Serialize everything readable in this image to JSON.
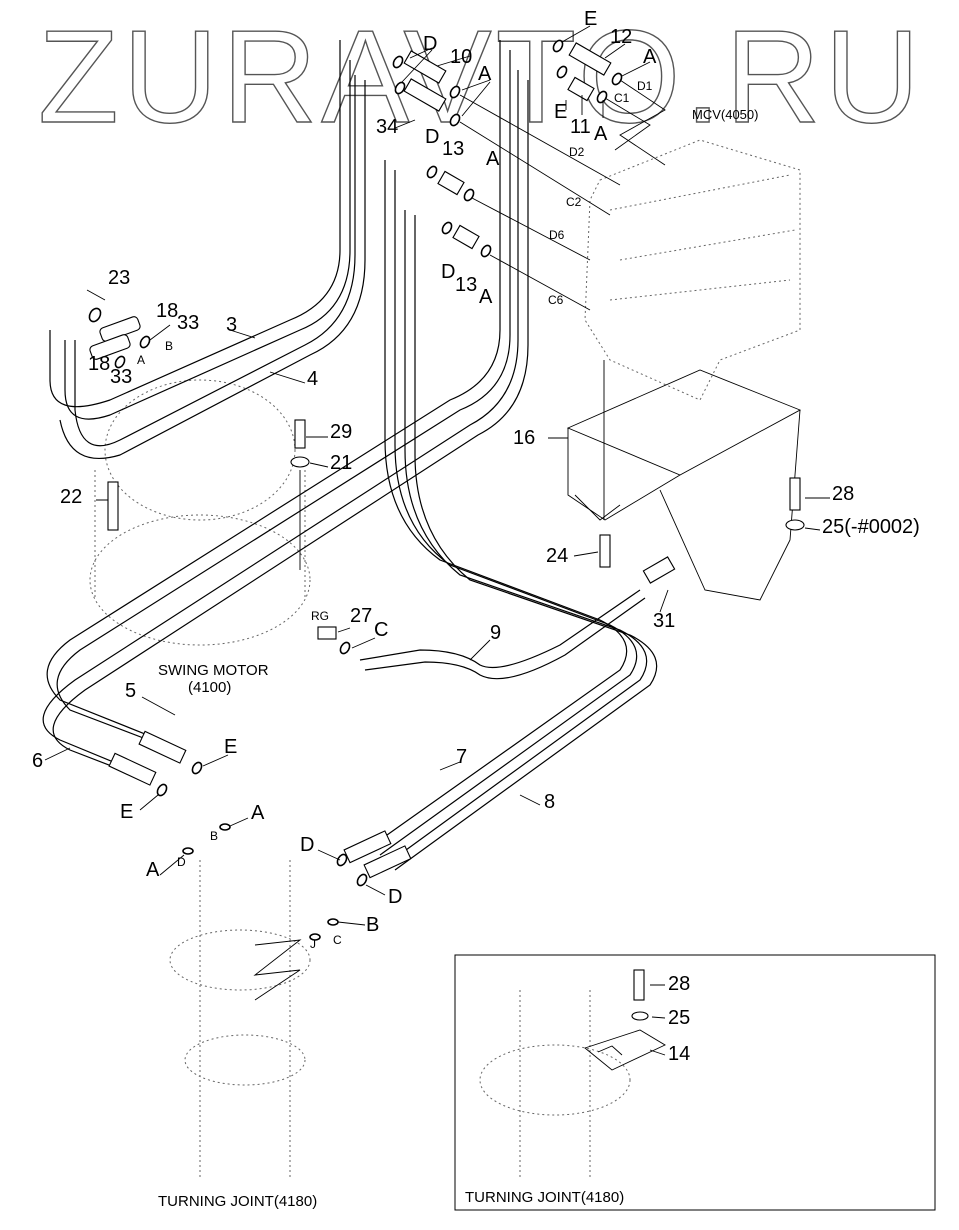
{
  "watermark": "ZURAVTO.RU",
  "labels": {
    "d_top": "D",
    "n10": "10",
    "a_top1": "A",
    "n34": "34",
    "e_top": "E",
    "n12": "12",
    "a_top2": "A",
    "d1": "D1",
    "c1": "C1",
    "e_mid": "E",
    "n11": "11",
    "a_top3": "A",
    "mcv": "MCV(4050)",
    "d2": "D2",
    "c2": "C2",
    "d6": "D6",
    "c6": "C6",
    "d_13a": "D",
    "n13a": "13",
    "a_13a": "A",
    "d_13b": "D",
    "n13b": "13",
    "a_13b": "A",
    "n23": "23",
    "n18a": "18",
    "n33a": "33",
    "n3": "3",
    "b_small": "B",
    "a_small": "A",
    "n4": "4",
    "n18b": "18",
    "n33b": "33",
    "n29": "29",
    "n21": "21",
    "n22": "22",
    "n16": "16",
    "n28": "28",
    "n25": "25(-#0002)",
    "n24": "24",
    "n31": "31",
    "rg": "RG",
    "n27": "27",
    "c_27": "C",
    "n9": "9",
    "swing_motor": "SWING MOTOR",
    "swing_motor_code": "(4100)",
    "n5": "5",
    "n6": "6",
    "e_5": "E",
    "e_6": "E",
    "a_b": "A",
    "b_sub": "B",
    "n7": "7",
    "n8": "8",
    "d_7": "D",
    "d_8": "D",
    "a_d": "A",
    "d_sub": "D",
    "b_c": "B",
    "j_sub": "J",
    "c_sub": "C",
    "turning_joint": "TURNING JOINT(4180)"
  },
  "inset": {
    "n28": "28",
    "n25": "25",
    "n14": "14",
    "turning_joint": "TURNING JOINT(4180)"
  }
}
